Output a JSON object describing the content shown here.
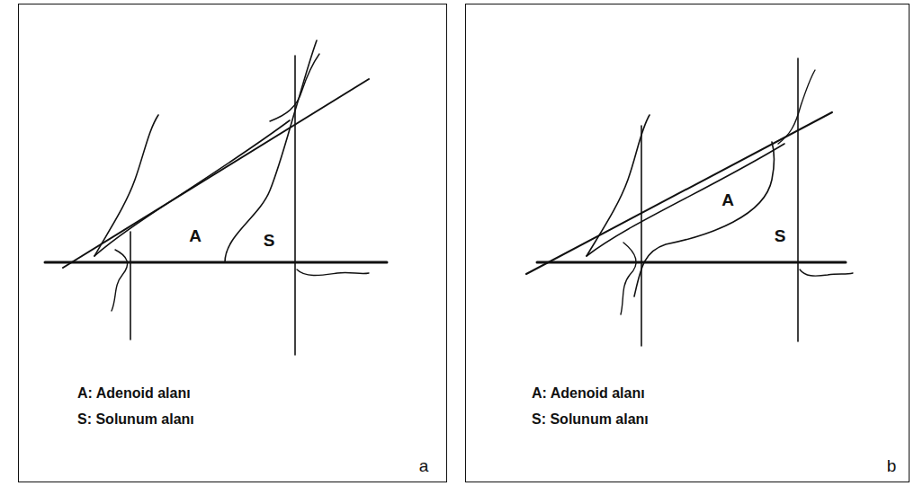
{
  "diagram": {
    "nodes": [
      {
        "text": [
          "A",
          "S",
          "A: Adenoid alanı",
          "S: Solunum alanı",
          "a"
        ]
      },
      {
        "text": [
          "A",
          "S",
          "A: Adenoid alanı",
          "S: Solunum alanı",
          "b"
        ]
      }
    ]
  }
}
